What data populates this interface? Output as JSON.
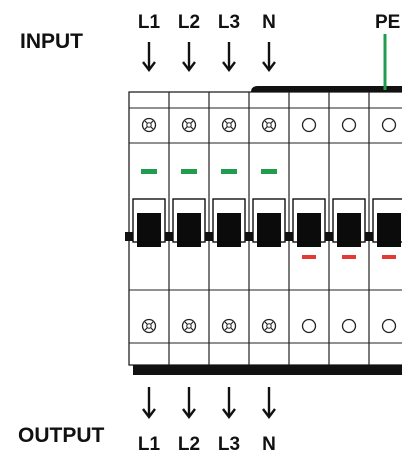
{
  "input_label": "INPUT",
  "output_label": "OUTPUT",
  "input_phases": [
    "L1",
    "L2",
    "L3",
    "N"
  ],
  "output_phases": [
    "L1",
    "L2",
    "L3",
    "N"
  ],
  "pe_label": "PE",
  "colors": {
    "indicator_green": "#1f9d4c",
    "indicator_red": "#e53935",
    "pe_wire": "#1f9d4c",
    "body": "#ffffff",
    "outline": "#111111"
  },
  "modules": [
    {
      "id": "L1",
      "terminal": "screw",
      "indicator": "green"
    },
    {
      "id": "L2",
      "terminal": "screw",
      "indicator": "green"
    },
    {
      "id": "L3",
      "terminal": "screw",
      "indicator": "green"
    },
    {
      "id": "N",
      "terminal": "screw",
      "indicator": "green"
    },
    {
      "id": "5",
      "terminal": "open",
      "indicator": "red"
    },
    {
      "id": "6",
      "terminal": "open",
      "indicator": "red"
    },
    {
      "id": "7",
      "terminal": "open",
      "indicator": "red"
    }
  ]
}
